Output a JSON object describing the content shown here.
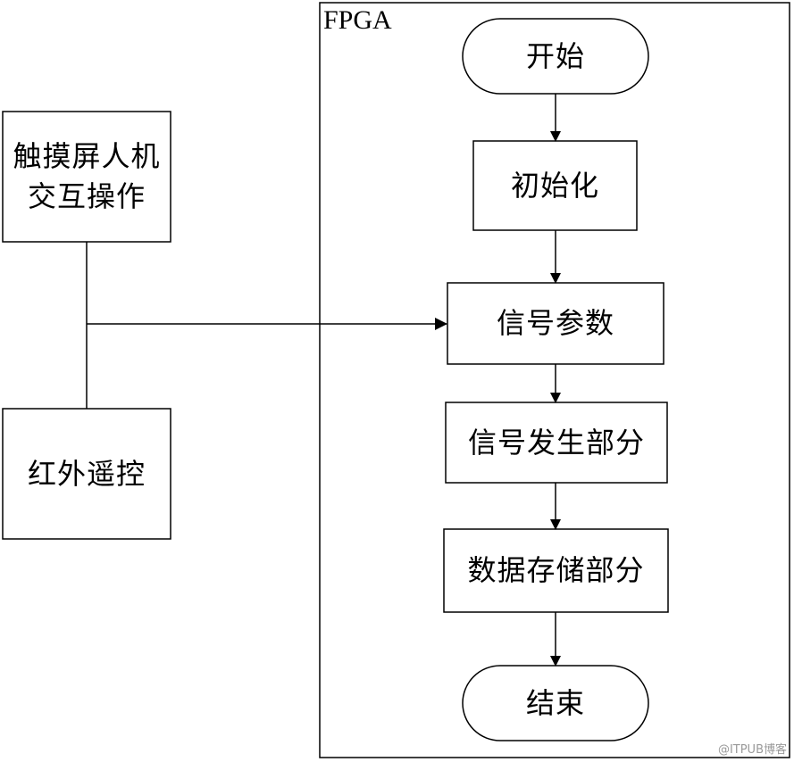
{
  "fpga_label": "FPGA",
  "nodes": {
    "touch": "触摸屏人机\n交互操作",
    "remote": "红外遥控",
    "start": "开始",
    "init": "初始化",
    "params": "信号参数",
    "gen": "信号发生部分",
    "store": "数据存储部分",
    "end": "结束"
  },
  "watermark": "@ITPUB博客"
}
